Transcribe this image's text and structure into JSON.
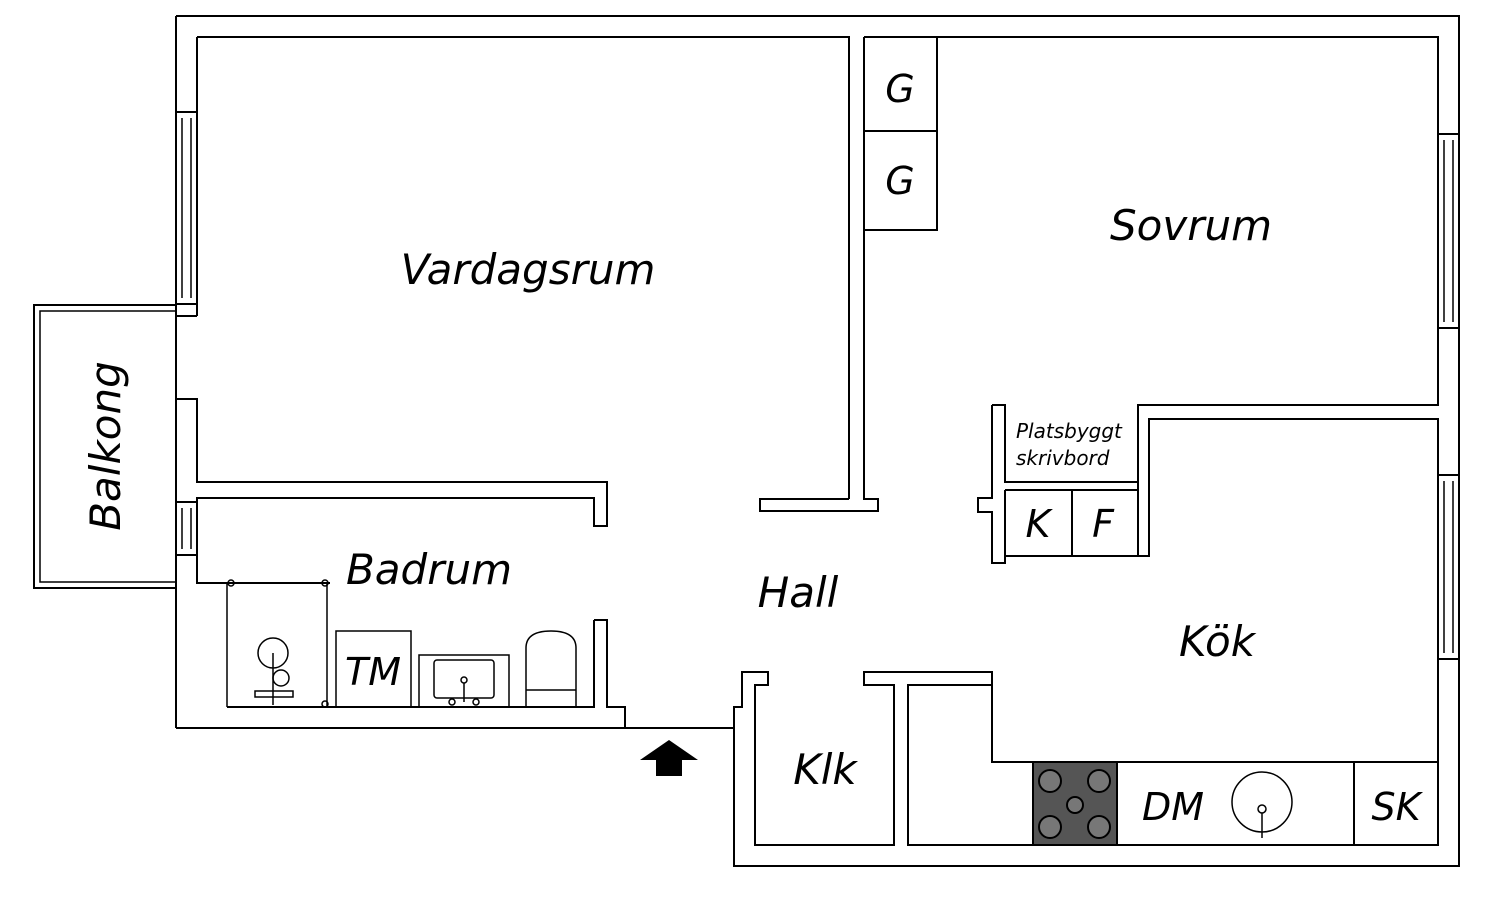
{
  "rooms": {
    "vardagsrum": "Vardagsrum",
    "sovrum": "Sovrum",
    "balkong": "Balkong",
    "badrum": "Badrum",
    "hall": "Hall",
    "kok": "Kök",
    "klk": "Klk"
  },
  "fixtures": {
    "garderob_1": "G",
    "garderob_2": "G",
    "platsbyggt_line1": "Platsbyggt",
    "platsbyggt_line2": "skrivbord",
    "kyl": "K",
    "frys": "F",
    "tvattmaskin": "TM",
    "diskmaskin": "DM",
    "skap": "SK"
  },
  "icons": {
    "entrance": "entrance-arrow-icon",
    "stove": "stove-icon",
    "sink": "sink-icon",
    "shower": "shower-icon",
    "toilet": "toilet-icon",
    "washbasin": "washbasin-icon"
  },
  "colors": {
    "wall": "#000000",
    "background": "#ffffff",
    "stove": "#555555"
  }
}
